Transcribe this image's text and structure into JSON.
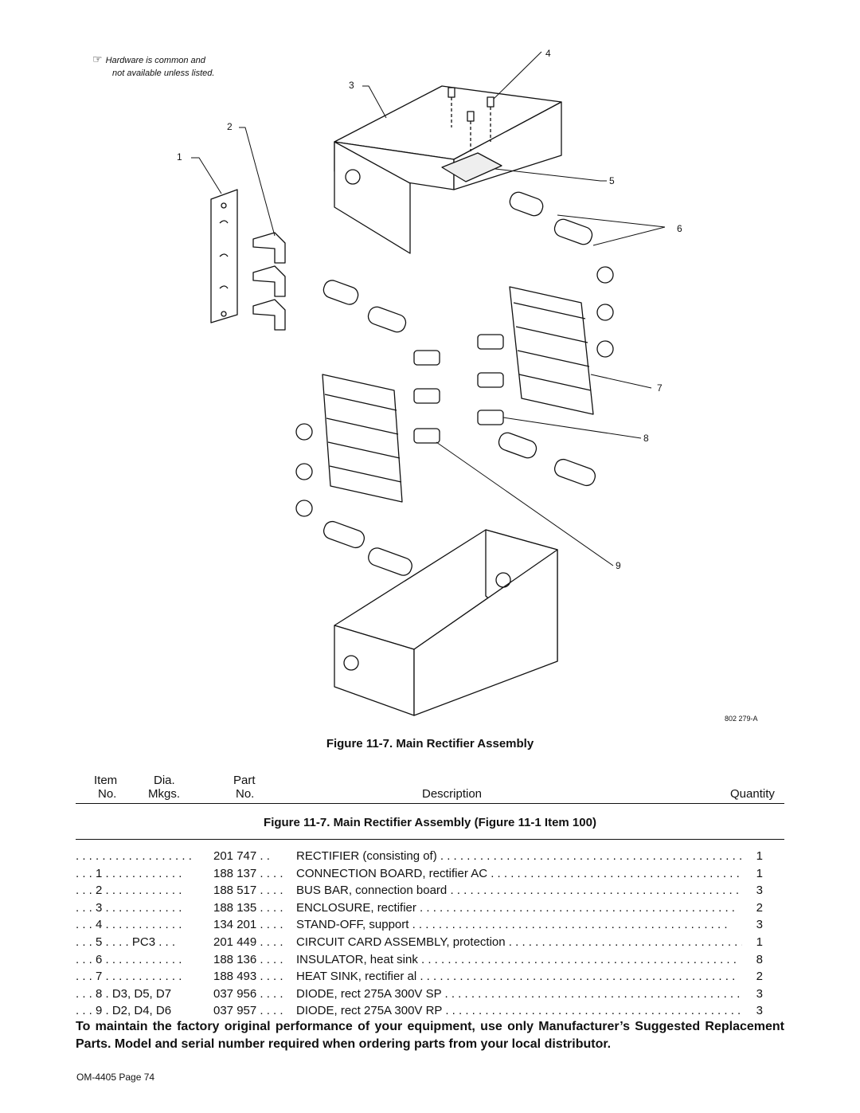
{
  "figure": {
    "note_line1": "Hardware is common and",
    "note_line2": "not available unless listed.",
    "callouts": [
      "1",
      "2",
      "3",
      "4",
      "5",
      "6",
      "7",
      "8",
      "9"
    ],
    "drawing_number": "802 279-A",
    "caption": "Figure 11-7. Main Rectifier Assembly"
  },
  "table": {
    "headers": {
      "item_1": "Item",
      "item_2": "No.",
      "dia_1": "Dia.",
      "dia_2": "Mkgs.",
      "part_1": "Part",
      "part_2": "No.",
      "description": "Description",
      "quantity": "Quantity"
    },
    "subtitle": "Figure 11-7. Main Rectifier Assembly (Figure 11-1 Item 100)",
    "rows": [
      {
        "item": ". . . . . . . . . . . . . . . . . .",
        "part": "201 747 . .",
        "desc": "RECTIFIER (consisting of)",
        "qty": "1"
      },
      {
        "item": ". . . 1 . . . . . . . . . . . .",
        "part": "188 137 . . . .",
        "desc": "CONNECTION BOARD, rectifier AC",
        "qty": "1"
      },
      {
        "item": ". . . 2 . . . . . . . . . . . .",
        "part": "188 517 . . . .",
        "desc": "BUS BAR, connection board",
        "qty": "3"
      },
      {
        "item": ". . . 3 . . . . . . . . . . . .",
        "part": "188 135 . . . .",
        "desc": "ENCLOSURE, rectifier",
        "qty": "2"
      },
      {
        "item": ". . . 4 . . . . . . . . . . . .",
        "part": "134 201 . . . .",
        "desc": "STAND-OFF, support",
        "qty": "3"
      },
      {
        "item": ". . . 5 . . . .    PC3  . . .",
        "part": "201 449 . . . .",
        "desc": "CIRCUIT CARD ASSEMBLY, protection",
        "qty": "1"
      },
      {
        "item": ". . . 6 . . . . . . . . . . . .",
        "part": "188 136 . . . .",
        "desc": "INSULATOR, heat sink",
        "qty": "8"
      },
      {
        "item": ". . . 7 . . . . . . . . . . . .",
        "part": "188 493 . . . .",
        "desc": "HEAT SINK, rectifier al",
        "qty": "2"
      },
      {
        "item": ". . . 8 .  D3, D5, D7",
        "part": "037 956 . . . .",
        "desc": "DIODE, rect 275A 300V SP",
        "qty": "3"
      },
      {
        "item": ". . . 9 .  D2, D4, D6",
        "part": "037 957 . . . .",
        "desc": "DIODE, rect 275A 300V RP",
        "qty": "3"
      }
    ]
  },
  "footer_note": "To maintain the factory original performance of your equipment, use only Manufacturer’s Suggested Replacement Parts. Model and serial number required when ordering parts from your local distributor.",
  "page_number": "OM-4405 Page 74"
}
